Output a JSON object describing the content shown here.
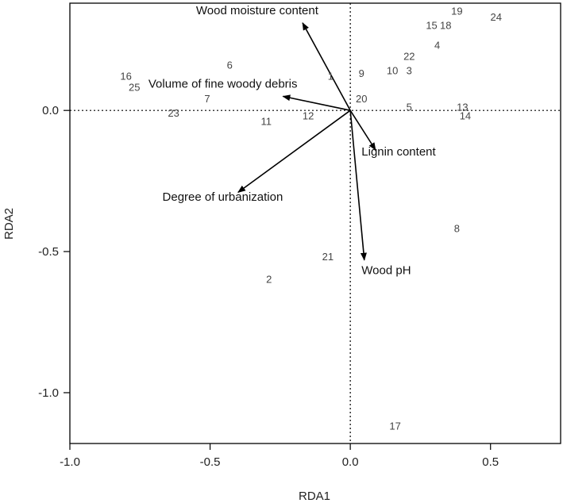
{
  "chart_data": {
    "type": "scatter",
    "xlabel": "RDA1",
    "ylabel": "RDA2",
    "xlim": [
      -1.0,
      0.75
    ],
    "ylim": [
      -1.18,
      0.38
    ],
    "xticks": [
      -1.0,
      -0.5,
      0.0,
      0.5
    ],
    "xtick_labels": [
      "-1.0",
      "-0.5",
      "0.0",
      "0.5"
    ],
    "yticks": [
      -1.0,
      -0.5,
      0.0
    ],
    "ytick_labels": [
      "-1.0",
      "-0.5",
      "0.0"
    ],
    "zero_lines": true,
    "sites": [
      {
        "label": "1",
        "x": -0.07,
        "y": 0.12
      },
      {
        "label": "2",
        "x": -0.29,
        "y": -0.6
      },
      {
        "label": "3",
        "x": 0.21,
        "y": 0.14
      },
      {
        "label": "4",
        "x": 0.31,
        "y": 0.23
      },
      {
        "label": "5",
        "x": 0.21,
        "y": 0.01
      },
      {
        "label": "6",
        "x": -0.43,
        "y": 0.16
      },
      {
        "label": "7",
        "x": -0.51,
        "y": 0.04
      },
      {
        "label": "8",
        "x": 0.38,
        "y": -0.42
      },
      {
        "label": "9",
        "x": 0.04,
        "y": 0.13
      },
      {
        "label": "10",
        "x": 0.15,
        "y": 0.14
      },
      {
        "label": "11",
        "x": -0.3,
        "y": -0.04
      },
      {
        "label": "12",
        "x": -0.15,
        "y": -0.02
      },
      {
        "label": "13",
        "x": 0.4,
        "y": 0.01
      },
      {
        "label": "14",
        "x": 0.41,
        "y": -0.02
      },
      {
        "label": "15",
        "x": 0.29,
        "y": 0.3
      },
      {
        "label": "16",
        "x": -0.8,
        "y": 0.12
      },
      {
        "label": "17",
        "x": 0.16,
        "y": -1.12
      },
      {
        "label": "18",
        "x": 0.34,
        "y": 0.3
      },
      {
        "label": "19",
        "x": 0.38,
        "y": 0.35
      },
      {
        "label": "20",
        "x": 0.04,
        "y": 0.04
      },
      {
        "label": "21",
        "x": -0.08,
        "y": -0.52
      },
      {
        "label": "22",
        "x": 0.21,
        "y": 0.19
      },
      {
        "label": "23",
        "x": -0.63,
        "y": -0.01
      },
      {
        "label": "24",
        "x": 0.52,
        "y": 0.33
      },
      {
        "label": "25",
        "x": -0.77,
        "y": 0.08
      }
    ],
    "vectors": [
      {
        "name": "Wood moisture content",
        "x": -0.17,
        "y": 0.31,
        "label_x": -0.55,
        "label_y": 0.34,
        "anchor": "start"
      },
      {
        "name": "Volume of fine woody debris",
        "x": -0.24,
        "y": 0.05,
        "label_x": -0.72,
        "label_y": 0.08,
        "anchor": "start"
      },
      {
        "name": "Lignin content",
        "x": 0.09,
        "y": -0.14,
        "label_x": 0.04,
        "label_y": -0.16,
        "anchor": "start"
      },
      {
        "name": "Degree of urbanization",
        "x": -0.4,
        "y": -0.29,
        "label_x": -0.67,
        "label_y": -0.32,
        "anchor": "start"
      },
      {
        "name": "Wood pH",
        "x": 0.05,
        "y": -0.53,
        "label_x": 0.04,
        "label_y": -0.58,
        "anchor": "start"
      }
    ]
  }
}
